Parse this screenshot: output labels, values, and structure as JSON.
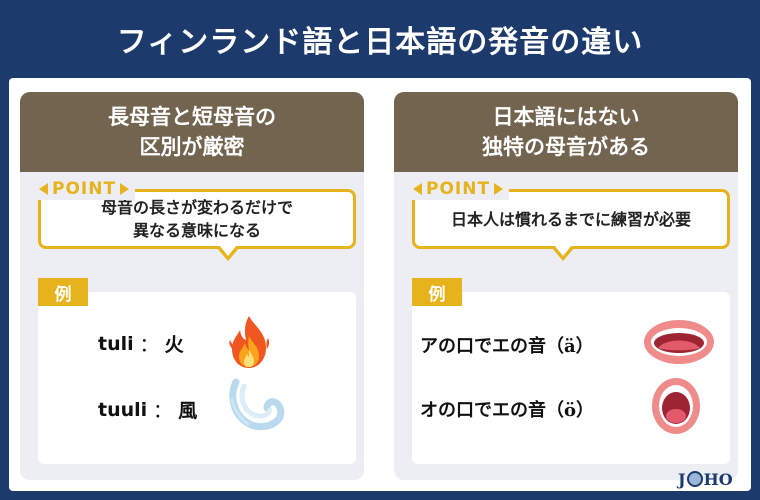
{
  "title": "フィンランド語と日本語の発音の違い",
  "left_panel": {
    "heading_line1": "長母音と短母音の",
    "heading_line2": "区別が厳密",
    "point_label": "POINT",
    "point_line1": "母音の長さが変わるだけで",
    "point_line2": "異なる意味になる",
    "example_label": "例",
    "examples": [
      {
        "word": "tuli",
        "separator": "：",
        "meaning": "火",
        "icon": "fire-icon"
      },
      {
        "word": "tuuli",
        "separator": "：",
        "meaning": "風",
        "icon": "wind-icon"
      }
    ]
  },
  "right_panel": {
    "heading_line1": "日本語にはない",
    "heading_line2": "独特の母音がある",
    "point_label": "POINT",
    "point_line1": "日本人は慣れるまでに練習が必要",
    "example_label": "例",
    "examples": [
      {
        "text": "アの口でエの音（ä）",
        "icon": "mouth-wide-icon"
      },
      {
        "text": "オの口でエの音（ö）",
        "icon": "mouth-round-icon"
      }
    ]
  },
  "logo": {
    "part1": "J",
    "part2": "HO"
  },
  "colors": {
    "navy": "#1c3a6b",
    "header_brown": "#73644f",
    "accent_yellow": "#e6b31c",
    "panel_bg": "#eceef4"
  }
}
